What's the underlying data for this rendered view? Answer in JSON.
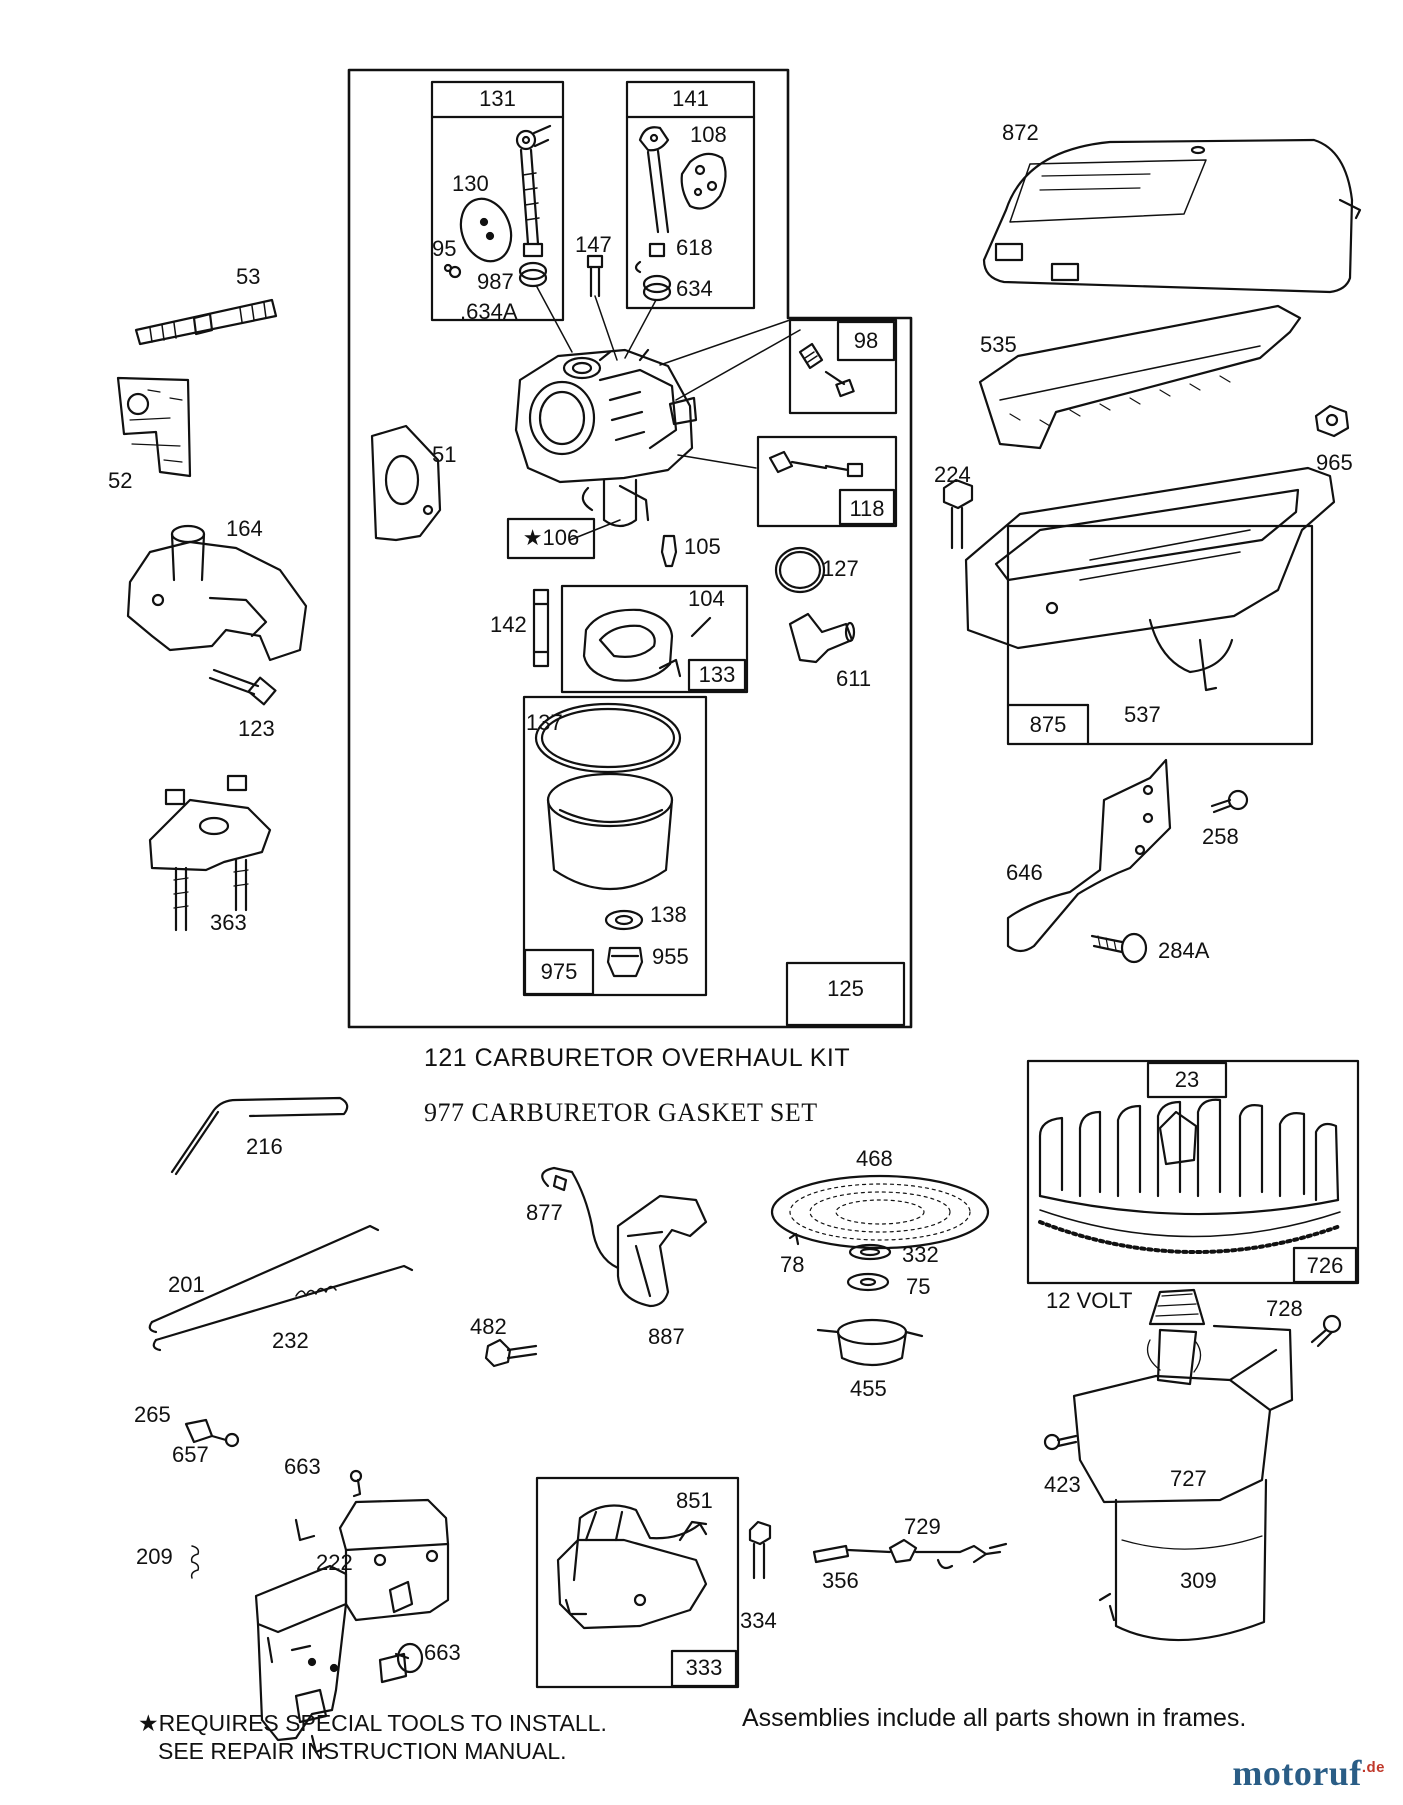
{
  "diagram": {
    "carb_kit_caption": "121  CARBURETOR OVERHAUL KIT",
    "gasket_set_caption": "977 CARBURETOR GASKET SET",
    "twelve_volt": "12 VOLT",
    "footnote_line1": "★REQUIRES SPECIAL TOOLS TO INSTALL.",
    "footnote_line2": "SEE REPAIR INSTRUCTION MANUAL.",
    "assemblies_note": "Assemblies include all parts shown in frames.",
    "boxed_labels": {
      "b131": "131",
      "b141": "141",
      "b98": "98",
      "b118": "118",
      "b106": "★106",
      "b133": "133",
      "b975": "975",
      "b125": "125",
      "b875": "875",
      "b23": "23",
      "b726": "726",
      "b333": "333"
    },
    "part_labels": {
      "p130": "130",
      "p95": "95",
      "p987": "987",
      "p634a": ".634A",
      "p108": "108",
      "p147": "147",
      "p618": "618",
      "p634": "634",
      "p53": "53",
      "p52": "52",
      "p51": "51",
      "p164": "164",
      "p123": "123",
      "p363": "363",
      "p105": "105",
      "p127": "127",
      "p142": "142",
      "p104": "104",
      "p611": "611",
      "p137": "137",
      "p138": "138",
      "p955": "955",
      "p872": "872",
      "p535": "535",
      "p965": "965",
      "p224": "224",
      "p537": "537",
      "p258": "258",
      "p646": "646",
      "p284a": "284A",
      "p216": "216",
      "p468": "468",
      "p877": "877",
      "p78": "78",
      "p332": "332",
      "p75": "75",
      "p201": "201",
      "p232": "232",
      "p887": "887",
      "p482": "482",
      "p455": "455",
      "p728": "728",
      "p265": "265",
      "p657": "657",
      "p663a": "663",
      "p209": "209",
      "p222": "222",
      "p663b": "663",
      "p851": "851",
      "p334": "334",
      "p729": "729",
      "p356": "356",
      "p423": "423",
      "p727": "727",
      "p309": "309"
    }
  },
  "watermark": {
    "brand": "motoruf",
    "tld": ".de"
  }
}
